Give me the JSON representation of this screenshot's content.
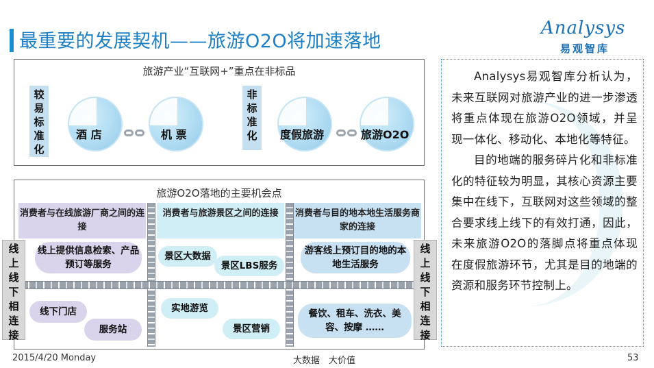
{
  "title": "最重要的发展契机——旅游O2O将加速落地",
  "logo": {
    "main": "Analysys",
    "sub": "易观智库"
  },
  "top_section": {
    "title": "旅游产业“互联网+”重点在非标品",
    "label_standard": "较易标准化",
    "label_nonstandard": "非标准化",
    "items": [
      "酒 店",
      "机 票",
      "度假旅游",
      "旅游O2O"
    ]
  },
  "bottom_section": {
    "title": "旅游O2O落地的主要机会点",
    "columns": [
      {
        "header": "消费者与在线旅游厂商之间的连接",
        "online": [
          "线上提供信息检索、产品预订等服务"
        ],
        "offline": [
          "线下门店",
          "服务站"
        ]
      },
      {
        "header": "消费者与旅游景区之间的连接",
        "online": [
          "景区大数据",
          "景区LBS服务"
        ],
        "offline": [
          "实地游览",
          "景区营销"
        ]
      },
      {
        "header": "消费者与目的地本地生活服务商家的连接",
        "online": [
          "游客线上预订目的地的本地生活服务"
        ],
        "offline": [
          "餐饮、租车、洗衣、美容、按摩 ……"
        ]
      }
    ],
    "side_label": "线上线下相连接"
  },
  "analysis": {
    "paragraphs": [
      "Analysys易观智库分析认为，未来互联网对旅游产业的进一步渗透将重点体现在旅游O2O领域，并呈现一体化、移动化、本地化等特征。",
      "目的地端的服务碎片化和非标准化的特征较为明显，其核心资源主要集中在线下，互联网对这些领域的整合要求线上线下的有效打通，因此，未来旅游O2O的落脚点将重点体现在度假旅游环节，尤其是目的地端的资源和服务环节控制上。"
    ]
  },
  "footer": {
    "date": "2015/4/20 Monday",
    "center": "大数据　大价值",
    "page": "53"
  },
  "colors": {
    "accent": "#1d7fc4",
    "light_blue": "#c6dff0",
    "purple": "#d9d3ec",
    "cyan": "#d0eef6"
  }
}
